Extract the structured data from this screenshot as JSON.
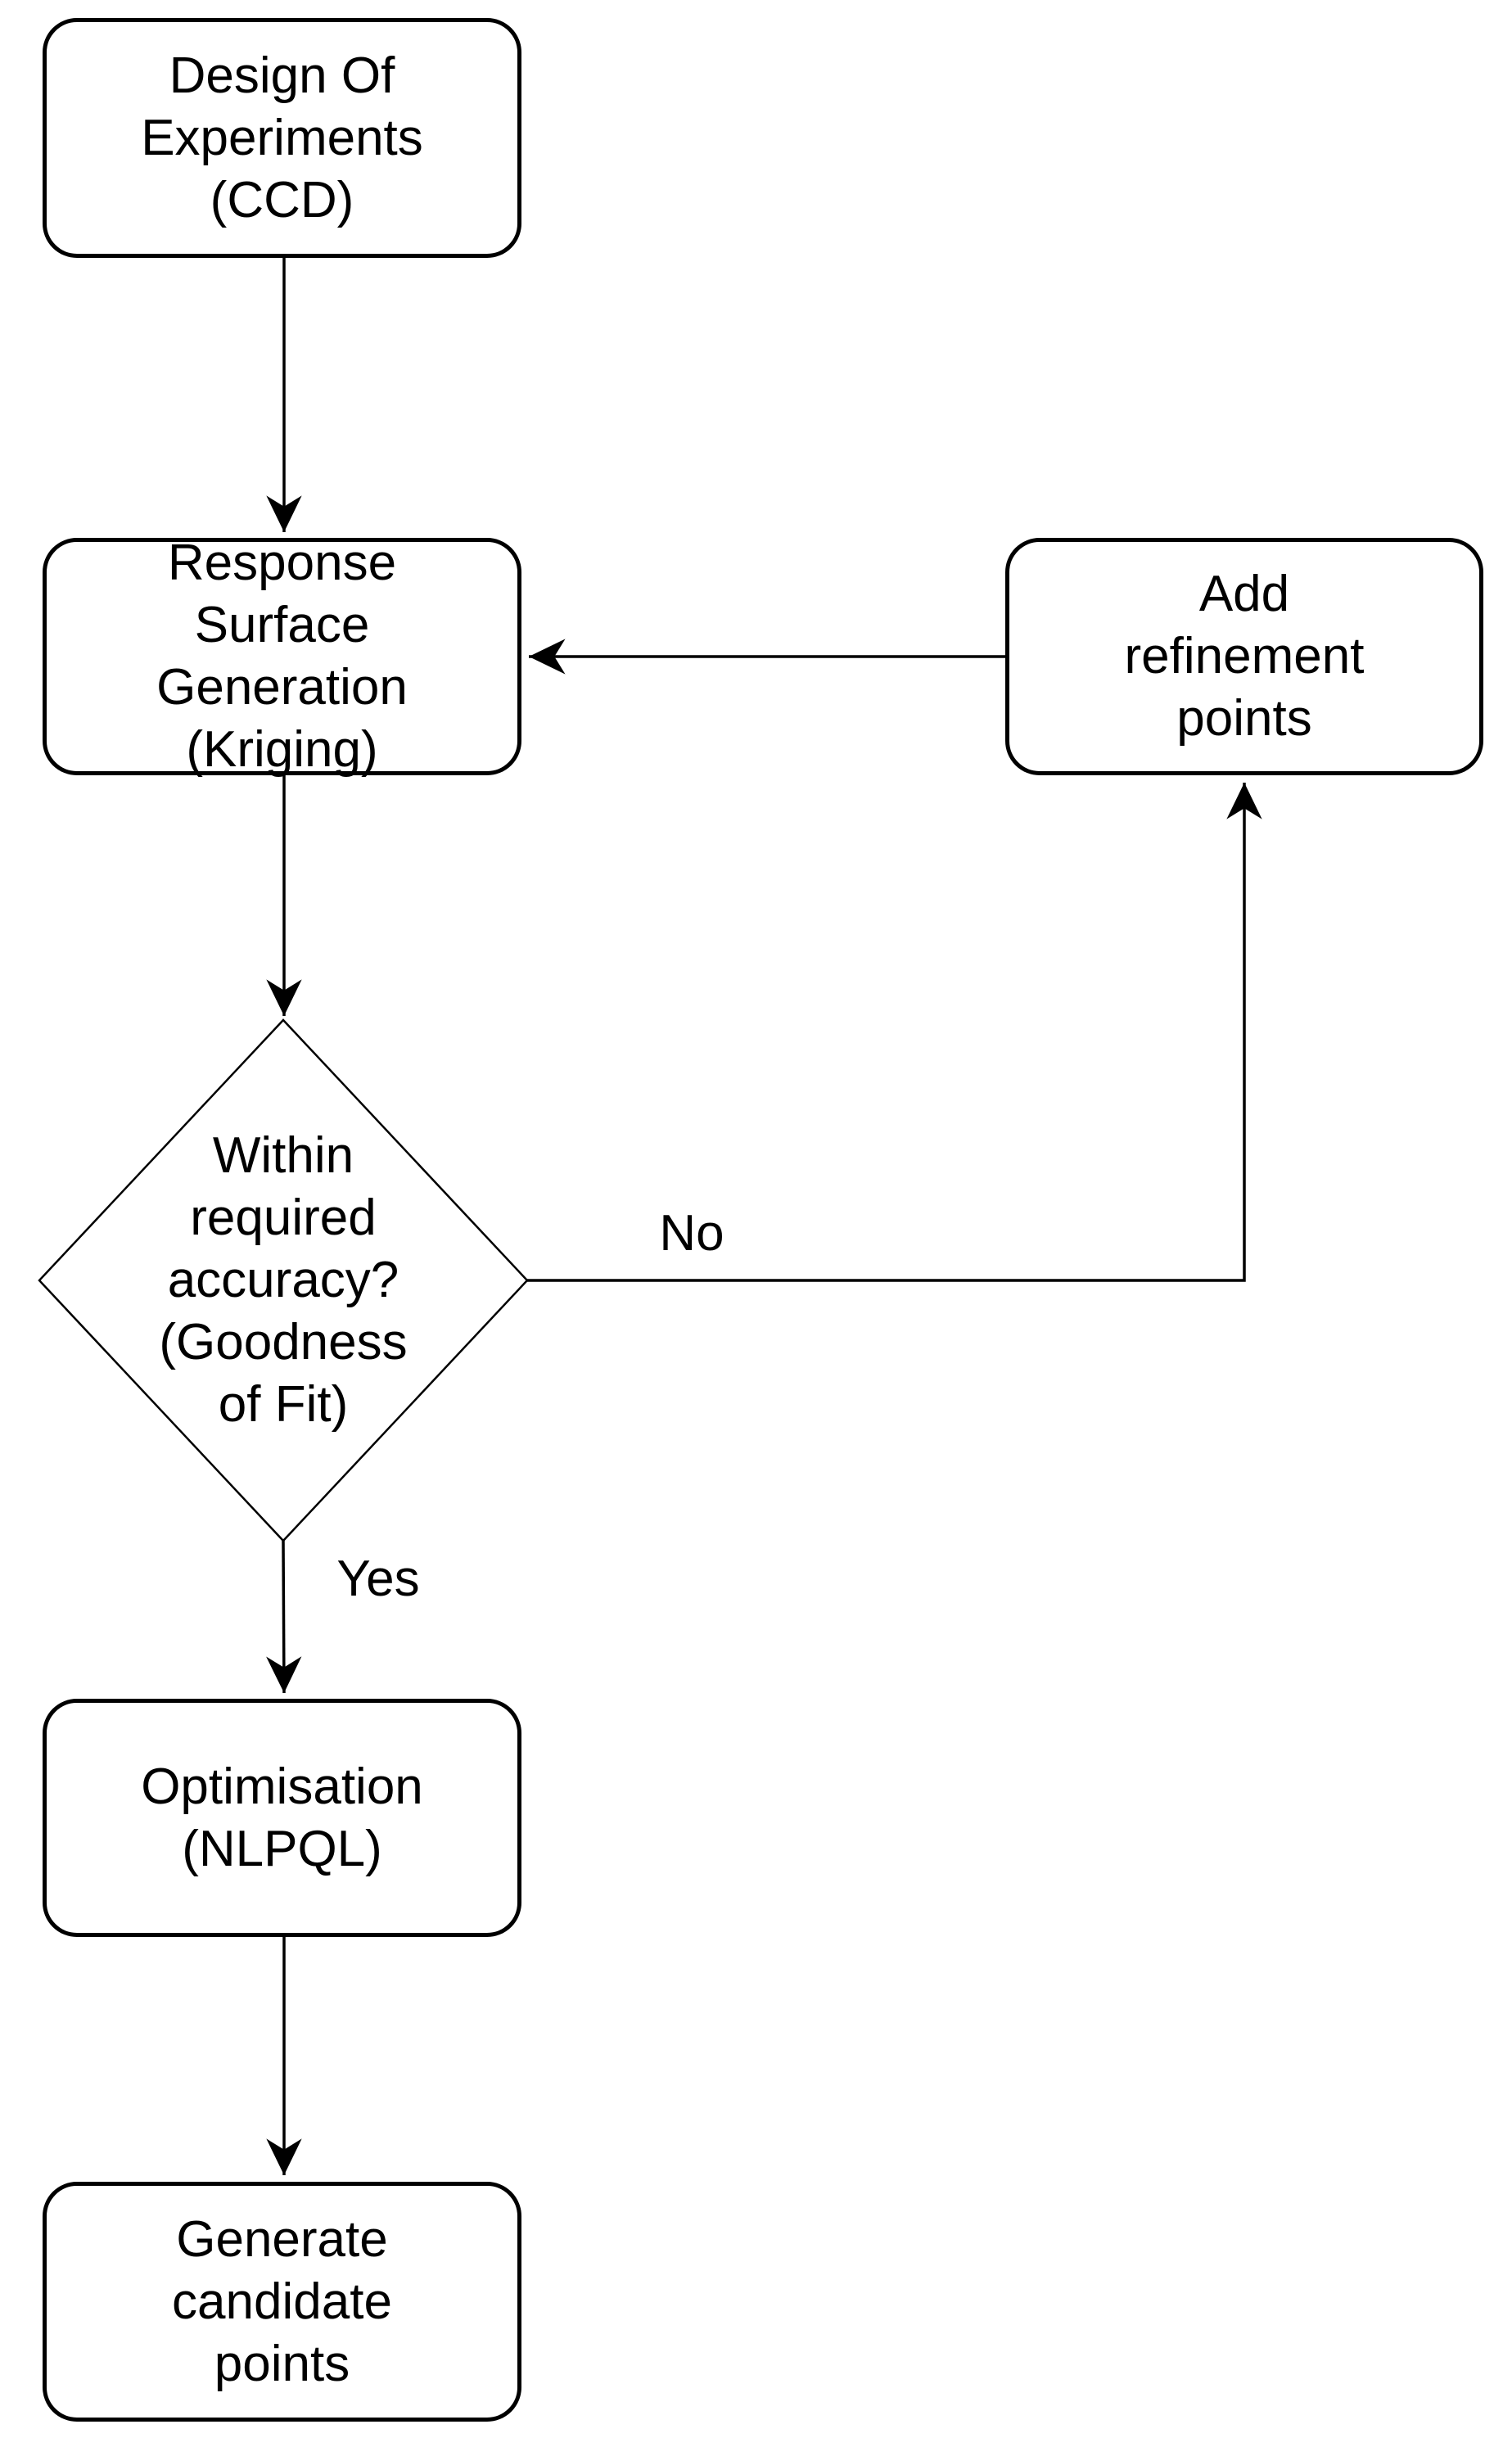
{
  "diagram": {
    "type": "flowchart",
    "background_color": "#ffffff",
    "line_color": "#000000",
    "text_color": "#000000",
    "nodes": [
      {
        "id": "design-of-experiments",
        "shape": "rounded-rectangle",
        "role": "process",
        "label": "Design Of\nExperiments\n(CCD)"
      },
      {
        "id": "response-surface-generation",
        "shape": "rounded-rectangle",
        "role": "process",
        "label": "Response\nSurface\nGeneration\n(Kriging)"
      },
      {
        "id": "add-refinement-points",
        "shape": "rounded-rectangle",
        "role": "process",
        "label": "Add\nrefinement\npoints"
      },
      {
        "id": "within-required-accuracy",
        "shape": "diamond",
        "role": "decision",
        "label": "Within\nrequired\naccuracy?\n(Goodness\nof Fit)"
      },
      {
        "id": "optimisation",
        "shape": "rounded-rectangle",
        "role": "process",
        "label": "Optimisation\n(NLPQL)"
      },
      {
        "id": "generate-candidate-points",
        "shape": "rounded-rectangle",
        "role": "process",
        "label": "Generate\ncandidate\npoints"
      }
    ],
    "edges": [
      {
        "from": "design-of-experiments",
        "to": "response-surface-generation",
        "label": ""
      },
      {
        "from": "response-surface-generation",
        "to": "within-required-accuracy",
        "label": ""
      },
      {
        "from": "within-required-accuracy",
        "to": "add-refinement-points",
        "label": "No"
      },
      {
        "from": "add-refinement-points",
        "to": "response-surface-generation",
        "label": ""
      },
      {
        "from": "within-required-accuracy",
        "to": "optimisation",
        "label": "Yes"
      },
      {
        "from": "optimisation",
        "to": "generate-candidate-points",
        "label": ""
      }
    ]
  }
}
